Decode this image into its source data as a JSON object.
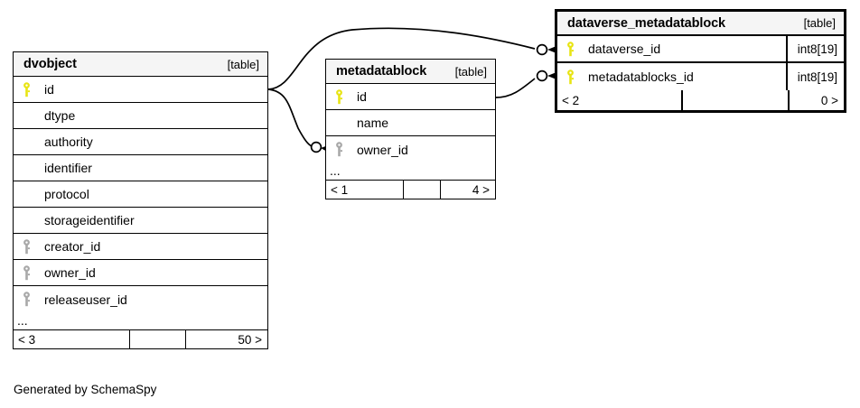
{
  "diagram": {
    "credit": "Generated by SchemaSpy",
    "table_kind_label": "[table]",
    "ellipsis": "...",
    "colors": {
      "primary_key": "#e8e413",
      "foreign_key": "#a8a8a8",
      "header_bg": "#f5f5f5",
      "border": "#000000",
      "background": "#ffffff"
    }
  },
  "tables": {
    "dvobject": {
      "name": "dvobject",
      "kind": "[table]",
      "columns": [
        {
          "name": "id",
          "key": "primary",
          "type": ""
        },
        {
          "name": "dtype",
          "key": "none",
          "type": ""
        },
        {
          "name": "authority",
          "key": "none",
          "type": ""
        },
        {
          "name": "identifier",
          "key": "none",
          "type": ""
        },
        {
          "name": "protocol",
          "key": "none",
          "type": ""
        },
        {
          "name": "storageidentifier",
          "key": "none",
          "type": ""
        },
        {
          "name": "creator_id",
          "key": "foreign",
          "type": ""
        },
        {
          "name": "owner_id",
          "key": "foreign",
          "type": ""
        },
        {
          "name": "releaseuser_id",
          "key": "foreign",
          "type": ""
        }
      ],
      "more_indicator": "...",
      "footer": {
        "left": "< 3",
        "middle": "",
        "right": "50 >"
      }
    },
    "metadatablock": {
      "name": "metadatablock",
      "kind": "[table]",
      "columns": [
        {
          "name": "id",
          "key": "primary",
          "type": ""
        },
        {
          "name": "name",
          "key": "none",
          "type": ""
        },
        {
          "name": "owner_id",
          "key": "foreign",
          "type": ""
        }
      ],
      "more_indicator": "...",
      "footer": {
        "left": "< 1",
        "middle": "",
        "right": "4 >"
      }
    },
    "dataverse_metadatablock": {
      "name": "dataverse_metadatablock",
      "kind": "[table]",
      "columns": [
        {
          "name": "dataverse_id",
          "key": "primary",
          "type": "int8[19]"
        },
        {
          "name": "metadatablocks_id",
          "key": "primary",
          "type": "int8[19]"
        }
      ],
      "footer": {
        "left": "< 2",
        "middle": "",
        "right": "0 >"
      }
    }
  },
  "relationships": [
    {
      "from_table": "dvobject",
      "from_column": "id",
      "to_table": "dataverse_metadatablock",
      "to_column": "dataverse_id"
    },
    {
      "from_table": "dvobject",
      "from_column": "id",
      "to_table": "metadatablock",
      "to_column": "owner_id"
    },
    {
      "from_table": "metadatablock",
      "from_column": "id",
      "to_table": "dataverse_metadatablock",
      "to_column": "metadatablocks_id"
    }
  ]
}
